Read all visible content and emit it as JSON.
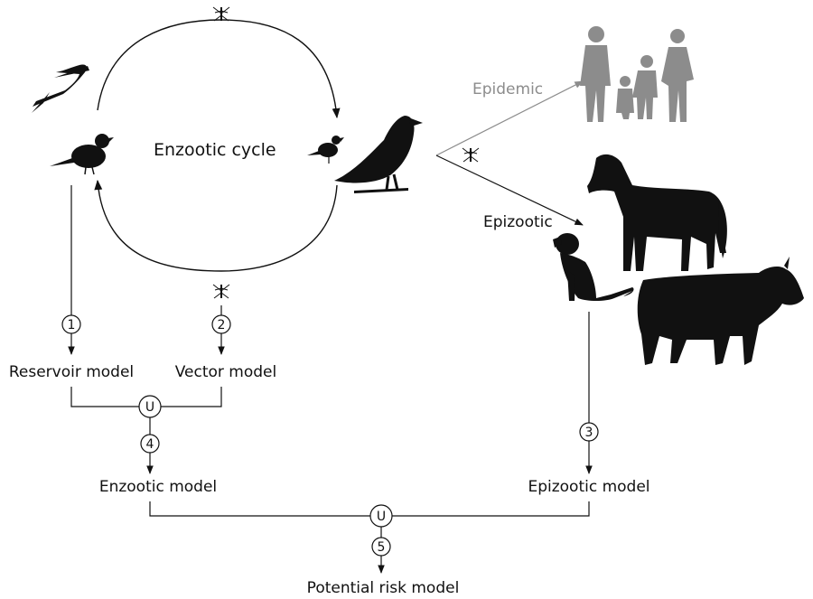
{
  "diagram": {
    "cycle_label": "Enzootic cycle",
    "epidemic_label": "Epidemic",
    "epizootic_label": "Epizootic",
    "steps": [
      "1",
      "2",
      "3",
      "4",
      "5"
    ],
    "union_symbol": "U",
    "models": {
      "reservoir": "Reservoir model",
      "vector": "Vector model",
      "enzootic": "Enzootic model",
      "epizootic": "Epizootic model",
      "potential_risk": "Potential risk model"
    },
    "colors": {
      "ink": "#111111",
      "epidemic": "#8c8c8c",
      "background": "#ffffff"
    },
    "icons": [
      "swallow-icon",
      "robin-icon",
      "crow-icon",
      "mosquito-icon",
      "family-icon",
      "horse-icon",
      "dog-icon",
      "cow-icon"
    ]
  }
}
